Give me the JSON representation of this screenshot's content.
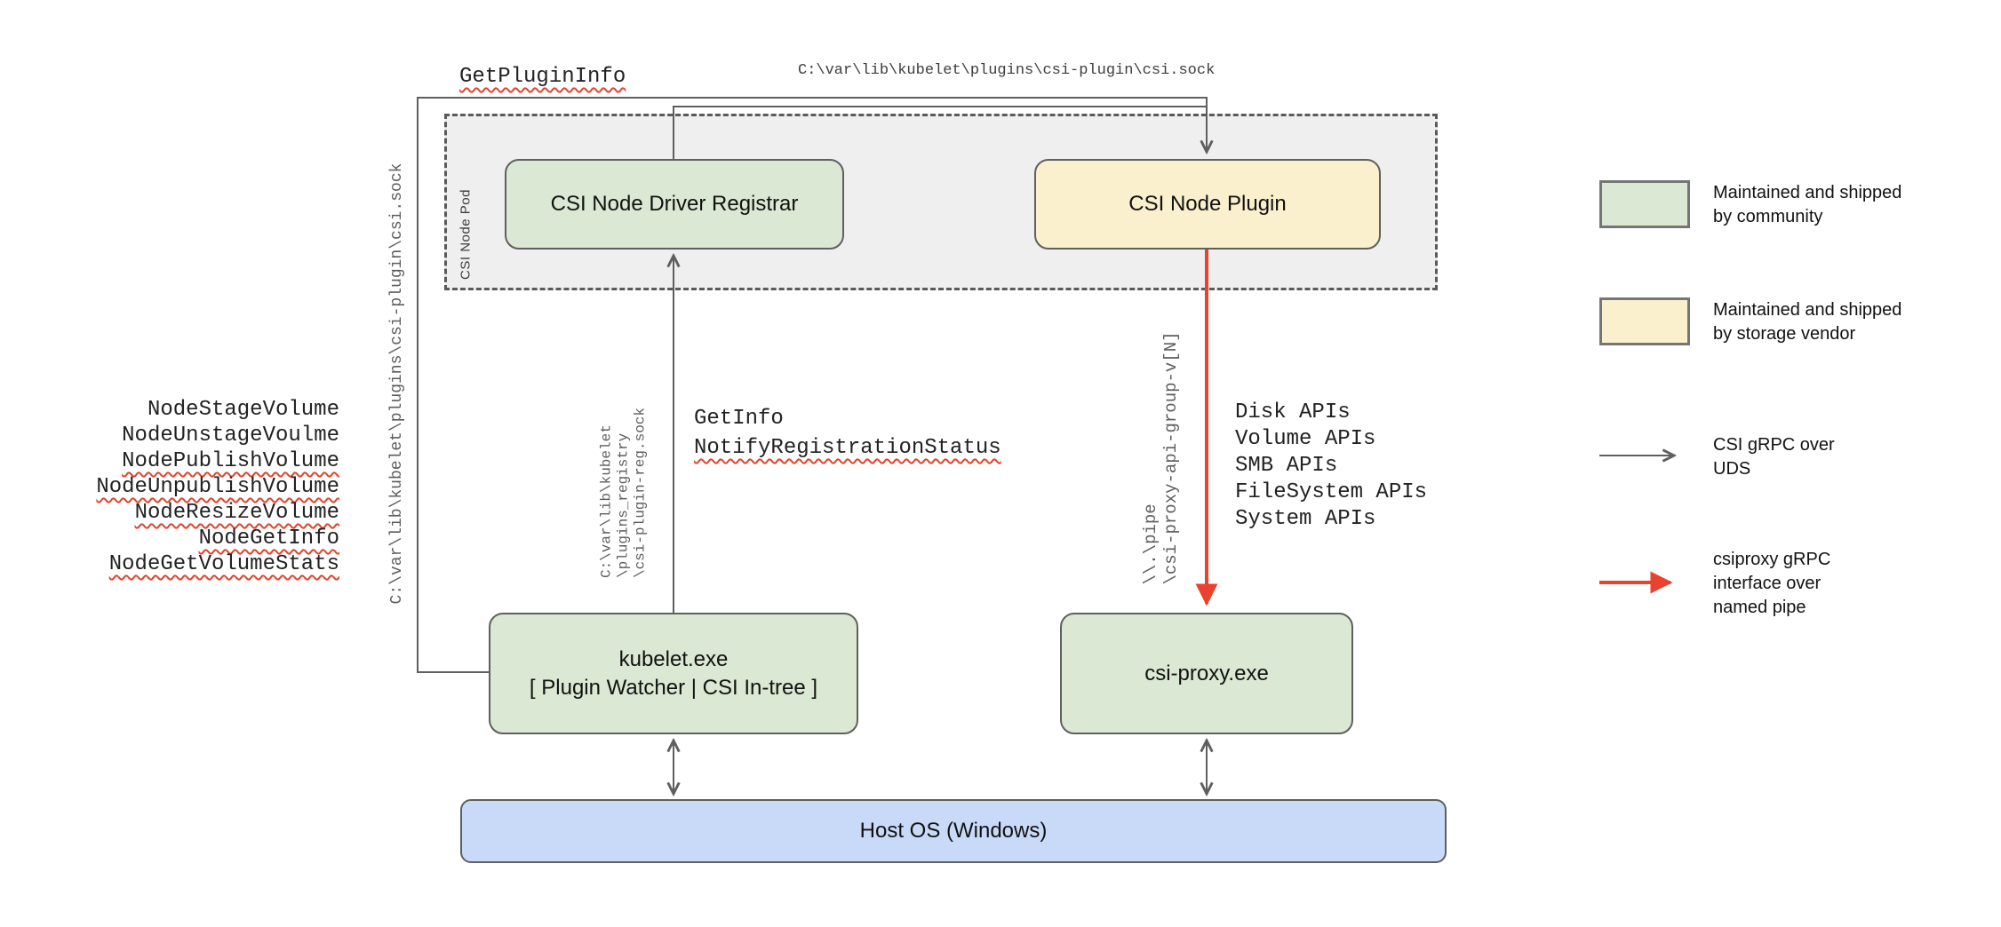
{
  "palette": {
    "community_green": "#dbe8d3",
    "vendor_yellow": "#faf0cd",
    "host_blue": "#c9daf8",
    "pod_fill": "#efefef",
    "line_gray": "#5f5f5f",
    "accent_red": "#e9422e"
  },
  "top": {
    "get_plugin_info": "GetPluginInfo",
    "csi_sock_path": "C:\\var\\lib\\kubelet\\plugins\\csi-plugin\\csi.sock"
  },
  "pod": {
    "label": "CSI Node Pod"
  },
  "boxes": {
    "registrar": "CSI Node Driver Registrar",
    "plugin": "CSI Node Plugin",
    "kubelet_line1": "kubelet.exe",
    "kubelet_line2": "[ Plugin Watcher | CSI In-tree ]",
    "csi_proxy": "csi-proxy.exe",
    "host_os": "Host OS (Windows)"
  },
  "left_panel": {
    "csi_sock_path_vertical": "C:\\var\\lib\\kubelet\\plugins\\csi-plugin\\csi.sock",
    "node_calls": [
      {
        "label": "NodeStageVolume",
        "squiggle": false
      },
      {
        "label": "NodeUnstageVoulme",
        "squiggle": false
      },
      {
        "label": "NodePublishVolume",
        "squiggle": true
      },
      {
        "label": "NodeUnpublishVolume",
        "squiggle": true
      },
      {
        "label": "NodeResizeVolume",
        "squiggle": true
      },
      {
        "label": "NodeGetInfo",
        "squiggle": true
      },
      {
        "label": "NodeGetVolumeStats",
        "squiggle": true
      }
    ]
  },
  "registration": {
    "get_info": "GetInfo",
    "notify": "NotifyRegistrationStatus",
    "reg_sock_lines": [
      "C:\\var\\lib\\kubelet",
      "\\plugins_registry",
      "\\csi-plugin-reg.sock"
    ]
  },
  "proxy_channel": {
    "pipe_lines": [
      "\\\\.\\pipe",
      "\\csi-proxy-api-group-v[N]"
    ],
    "api_list": [
      "Disk APIs",
      "Volume APIs",
      "SMB APIs",
      "FileSystem APIs",
      "System APIs"
    ]
  },
  "legend": {
    "community": "Maintained and shipped by community",
    "vendor": "Maintained and shipped by storage vendor",
    "uds": "CSI gRPC over UDS",
    "pipe": "csiproxy gRPC interface over named pipe"
  }
}
